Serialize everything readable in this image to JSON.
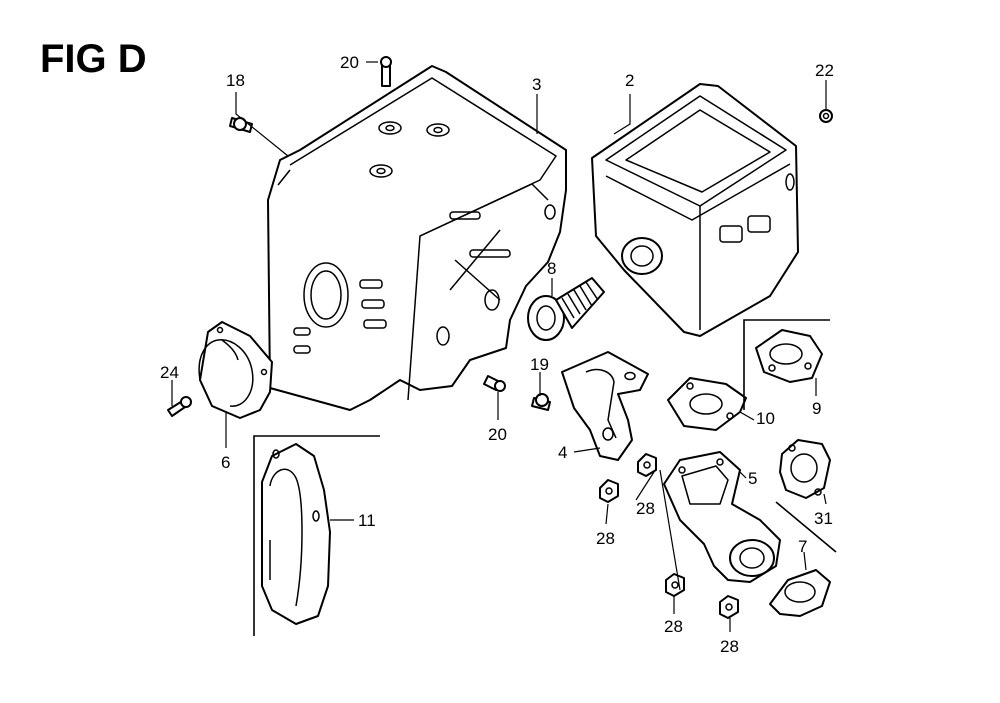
{
  "figure": {
    "title": "FIG D"
  },
  "callouts": {
    "p18": "18",
    "p20a": "20",
    "p3": "3",
    "p2": "2",
    "p22": "22",
    "p8": "8",
    "p24": "24",
    "p6": "6",
    "p19": "19",
    "p20b": "20",
    "p9": "9",
    "p10": "10",
    "p4": "4",
    "p5": "5",
    "p28a": "28",
    "p28b": "28",
    "p11": "11",
    "p31": "31",
    "p7": "7",
    "p28c": "28",
    "p28d": "28"
  }
}
